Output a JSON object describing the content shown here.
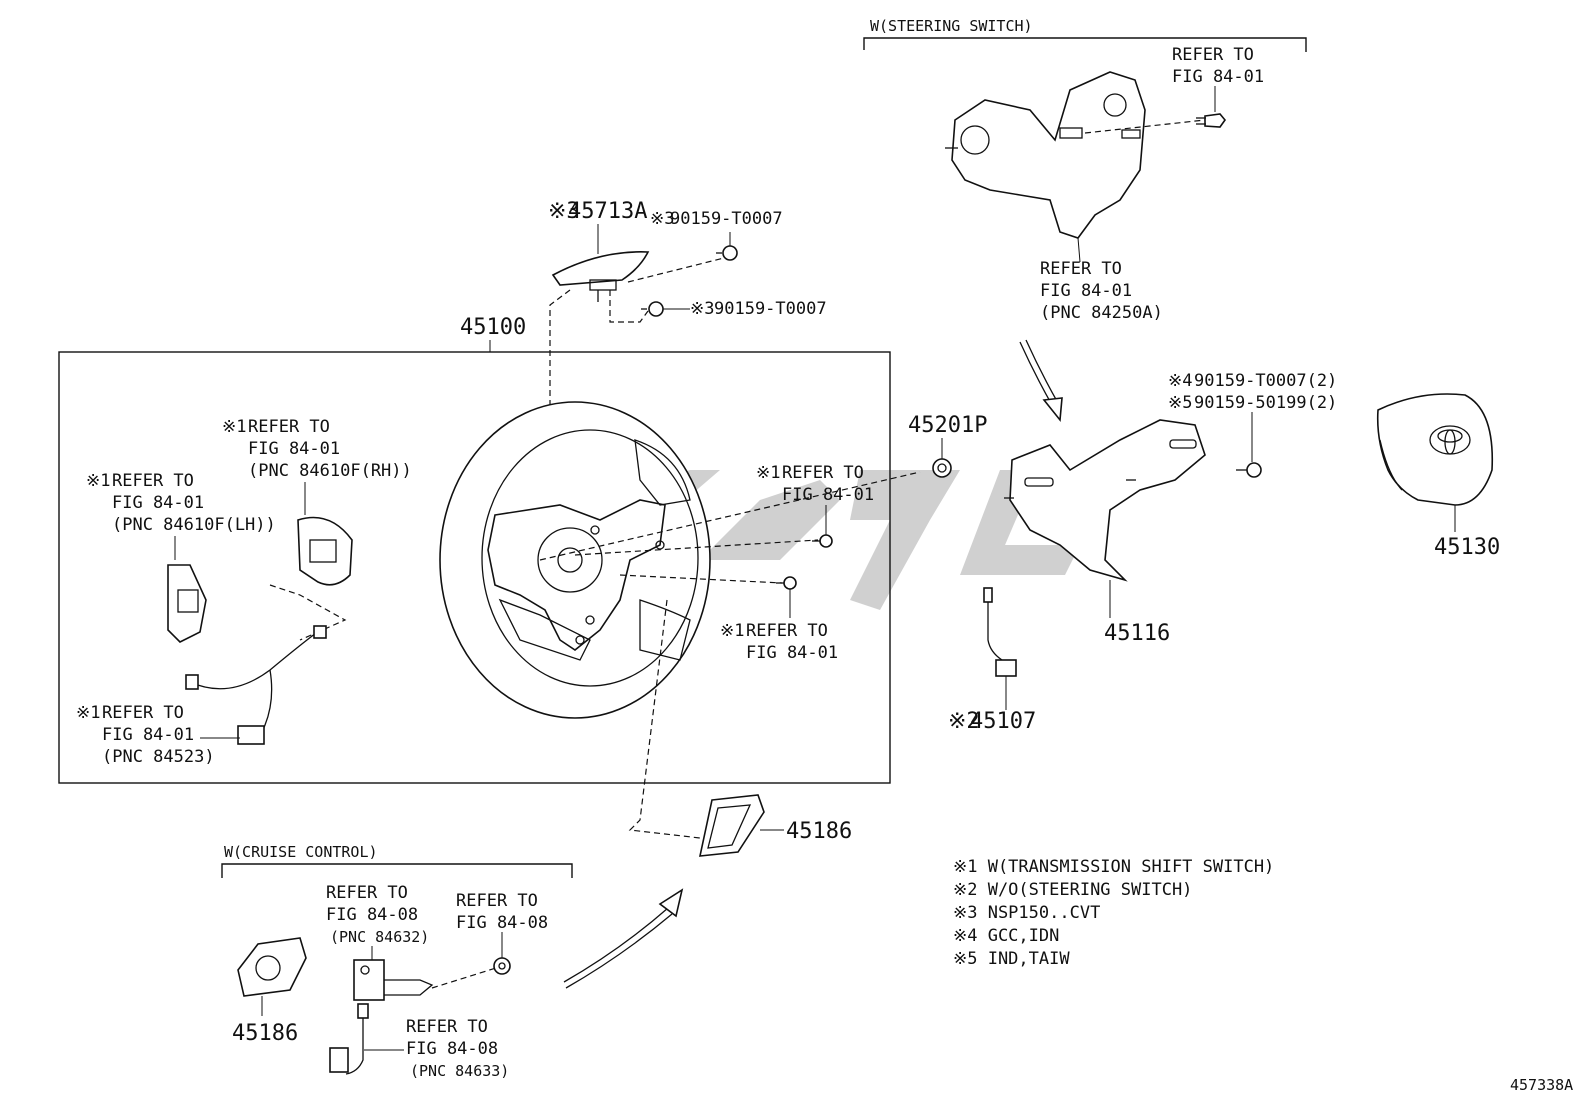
{
  "groups": {
    "steering_switch": "W(STEERING SWITCH)",
    "cruise_control": "W(CRUISE CONTROL)"
  },
  "parts": {
    "p45713A": {
      "mark": "※3",
      "num": "45713A"
    },
    "p90159_top": {
      "mark": "※3",
      "num": "90159-T0007"
    },
    "p90159_mid": {
      "mark": "※3",
      "num": "90159-T0007"
    },
    "p45100": "45100",
    "p45201P": "45201P",
    "p45116": "45116",
    "p45130": "45130",
    "p45107": {
      "mark": "※2",
      "num": "45107"
    },
    "p45186_right": "45186",
    "p45186_left": "45186",
    "p90159_right_a": {
      "mark": "※4",
      "num": "90159-T0007(2)"
    },
    "p90159_right_b": {
      "mark": "※5",
      "num": "90159-50199(2)"
    }
  },
  "refs": {
    "steering_top": [
      "REFER TO",
      "FIG 84-01"
    ],
    "steering_switch_pnc": [
      "REFER TO",
      "FIG 84-01",
      "(PNC 84250A)"
    ],
    "shift_rh": {
      "mark": "※1",
      "lines": [
        "REFER TO",
        "FIG 84-01",
        "(PNC 84610F(RH))"
      ]
    },
    "shift_lh": {
      "mark": "※1",
      "lines": [
        "REFER TO",
        "FIG 84-01",
        "(PNC 84610F(LH))"
      ]
    },
    "wire": {
      "mark": "※1",
      "lines": [
        "REFER TO",
        "FIG 84-01",
        "(PNC 84523)"
      ]
    },
    "screw_upper": {
      "mark": "※1",
      "lines": [
        "REFER TO",
        "FIG 84-01"
      ]
    },
    "screw_lower": {
      "mark": "※1",
      "lines": [
        "REFER TO",
        "FIG 84-01"
      ]
    },
    "cruise_switch": [
      "REFER TO",
      "FIG 84-08",
      "(PNC 84632)"
    ],
    "cruise_bolt": [
      "REFER TO",
      "FIG 84-08"
    ],
    "cruise_wire": [
      "REFER TO",
      "FIG 84-08",
      "(PNC 84633)"
    ]
  },
  "notes": [
    "※1 W(TRANSMISSION SHIFT SWITCH)",
    "※2 W/O(STEERING SWITCH)",
    "※3 NSP150..CVT",
    "※4 GCC,IDN",
    "※5 IND,TAIW"
  ],
  "diagram_id": "457338A",
  "icons": [
    "steering-wheel-icon",
    "airbag-icon",
    "toyota-logo-icon",
    "bolt-icon",
    "switch-icon",
    "wire-harness-icon",
    "arrow-icon"
  ]
}
